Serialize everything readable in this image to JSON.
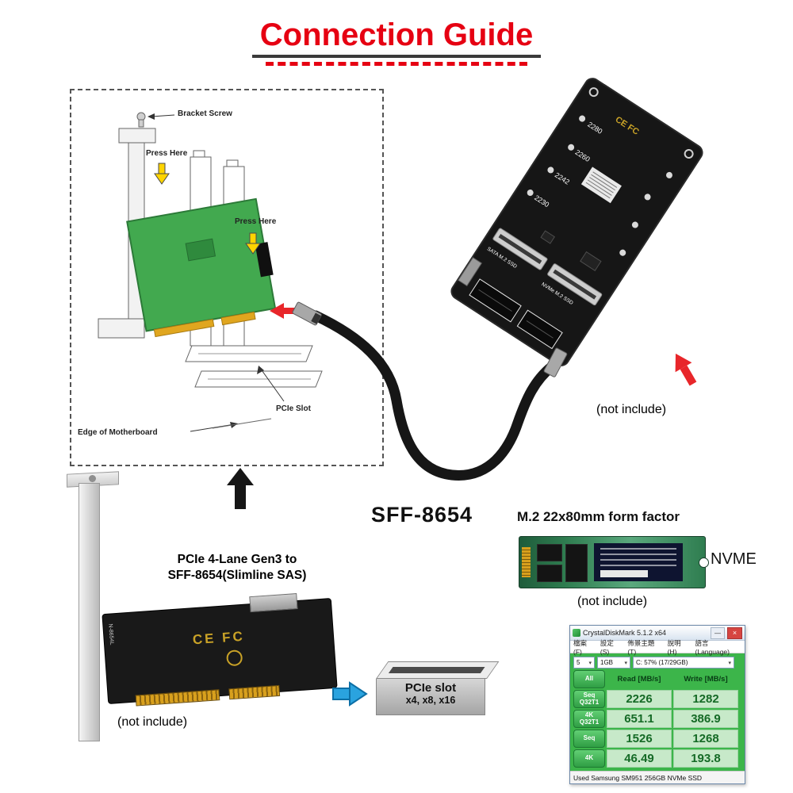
{
  "title": "Connection Guide",
  "colors": {
    "accent_red": "#e60012",
    "card_green": "#42a94f",
    "cdm_green": "#3cb54a",
    "arrow_blue": "#2aa3df",
    "arrow_yellow": "#ffd400",
    "gold": "#c9a227"
  },
  "icons": {
    "chevron_down": "▾",
    "minimize": "—",
    "close": "×"
  },
  "install_diagram": {
    "bracket_screw": "Bracket Screw",
    "press_here_top": "Press Here",
    "press_here_mid": "Press Here",
    "pcie_slot": "PCIe Slot",
    "edge_of_motherboard": "Edge of Motherboard"
  },
  "adapter": {
    "sizes": [
      "2280",
      "2260",
      "2242",
      "2230"
    ],
    "cert_marks": "CE FC",
    "slot_left_label": "SATA M.2 SSD",
    "slot_right_label": "NVMe M.2 SSD",
    "note": "(not include)"
  },
  "cable": {
    "label": "SFF-8654"
  },
  "host_card": {
    "title_line1": "PCIe 4-Lane Gen3 to",
    "title_line2": "SFF-8654(Slimline SAS)",
    "cert_marks": "CE FC",
    "board_marking": "N-8654L",
    "note": "(not include)"
  },
  "pcie_slot_box": {
    "line1": "PCIe slot",
    "line2": "x4, x8, x16"
  },
  "m2_ssd": {
    "title": "M.2 22x80mm form factor",
    "type_label": "NVME",
    "note": "(not include)"
  },
  "benchmark": {
    "window_title": "CrystalDiskMark 5.1.2 x64",
    "menu": [
      "檔案(F)",
      "設定(S)",
      "佈景主題(T)",
      "說明(H)",
      "語言(Language)"
    ],
    "test_count": "5",
    "test_size": "1GB",
    "drive": "C: 57% (17/29GB)",
    "all_button": "All",
    "read_header": "Read [MB/s]",
    "write_header": "Write [MB/s]",
    "rows": [
      {
        "label": "Seq\nQ32T1",
        "read": "2226",
        "write": "1282"
      },
      {
        "label": "4K\nQ32T1",
        "read": "651.1",
        "write": "386.9"
      },
      {
        "label": "Seq",
        "read": "1526",
        "write": "1268"
      },
      {
        "label": "4K",
        "read": "46.49",
        "write": "193.8"
      }
    ],
    "status": "Used Samsung SM951 256GB NVMe SSD"
  }
}
